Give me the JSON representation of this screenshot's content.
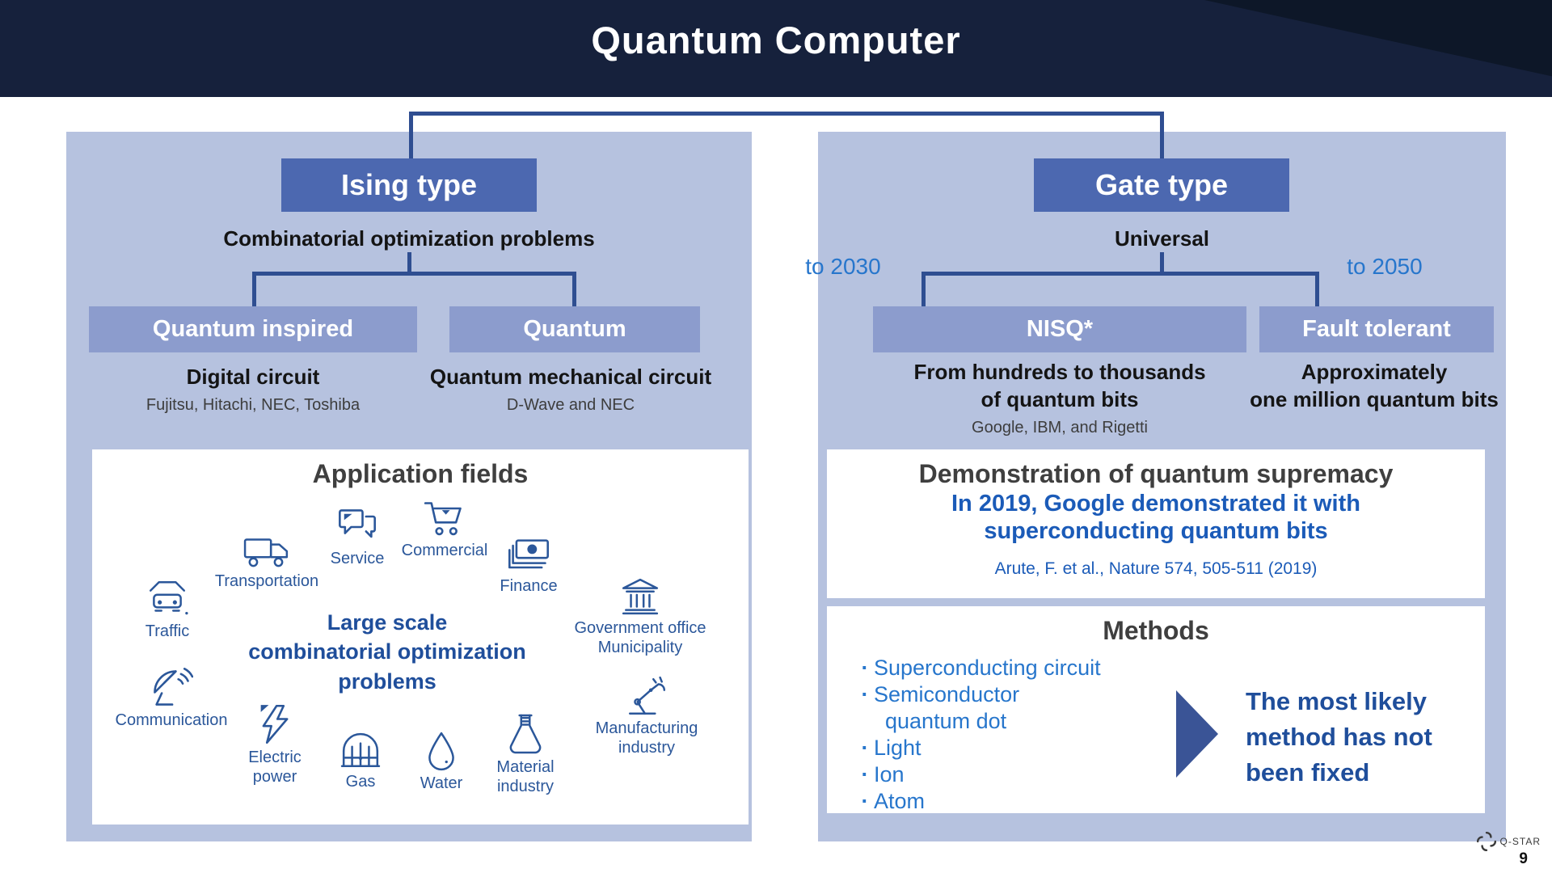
{
  "header": {
    "title": "Quantum Computer"
  },
  "left_panel": {
    "type_label": "Ising type",
    "subtitle": "Combinatorial optimization problems",
    "branches": [
      {
        "label": "Quantum inspired",
        "circuit": "Digital circuit",
        "vendors": "Fujitsu, Hitachi, NEC, Toshiba"
      },
      {
        "label": "Quantum",
        "circuit": "Quantum mechanical circuit",
        "vendors": "D-Wave and NEC"
      }
    ],
    "application": {
      "title": "Application fields",
      "center_text": {
        "line1": "Large scale",
        "line2": "combinatorial optimization",
        "line3": "problems"
      },
      "fields": [
        {
          "icon": "truck-icon",
          "lines": [
            "Transportation",
            ""
          ]
        },
        {
          "icon": "speech-bubbles-icon",
          "lines": [
            "Service",
            ""
          ]
        },
        {
          "icon": "shopping-cart-icon",
          "lines": [
            "Commercial",
            ""
          ]
        },
        {
          "icon": "banknotes-icon",
          "lines": [
            "Finance",
            ""
          ]
        },
        {
          "icon": "car-icon",
          "lines": [
            "Traffic",
            ""
          ]
        },
        {
          "icon": "government-building-icon",
          "lines": [
            "Government office",
            "Municipality"
          ]
        },
        {
          "icon": "satellite-dish-icon",
          "lines": [
            "Communication",
            ""
          ]
        },
        {
          "icon": "lightning-bolt-icon",
          "lines": [
            "Electric",
            "power"
          ]
        },
        {
          "icon": "gas-tank-icon",
          "lines": [
            "Gas",
            ""
          ]
        },
        {
          "icon": "water-drop-icon",
          "lines": [
            "Water",
            ""
          ]
        },
        {
          "icon": "flask-icon",
          "lines": [
            "Material",
            "industry"
          ]
        },
        {
          "icon": "robot-arm-icon",
          "lines": [
            "Manufacturing",
            "industry"
          ]
        }
      ]
    }
  },
  "right_panel": {
    "type_label": "Gate type",
    "subtitle": "Universal",
    "timeline_left": "to 2030",
    "timeline_right": "to 2050",
    "branches": [
      {
        "label": "NISQ*",
        "desc_line1": "From hundreds to thousands",
        "desc_line2": "of quantum bits",
        "vendors": "Google, IBM, and Rigetti"
      },
      {
        "label": "Fault tolerant",
        "desc_line1": "Approximately",
        "desc_line2": "one million quantum bits",
        "vendors": ""
      }
    ],
    "supremacy": {
      "title": "Demonstration of quantum supremacy",
      "line1": "In 2019, Google demonstrated it with",
      "line2": "superconducting quantum bits",
      "citation": "Arute, F. et al., Nature 574, 505-511 (2019)"
    },
    "methods": {
      "title": "Methods",
      "items": [
        {
          "bullet": "·",
          "text": "Superconducting circuit"
        },
        {
          "bullet": "·",
          "text": "Semiconductor"
        },
        {
          "bullet": "",
          "text": "quantum dot"
        },
        {
          "bullet": "·",
          "text": "Light"
        },
        {
          "bullet": "·",
          "text": "Ion"
        },
        {
          "bullet": "·",
          "text": "Atom"
        }
      ],
      "conclusion": {
        "line1": "The most likely",
        "line2": "method has not",
        "line3": "been fixed"
      }
    }
  },
  "footer": {
    "logo": "Q-STAR",
    "page_number": "9"
  },
  "colors": {
    "header_bg": "#16213C",
    "panel_bg": "#B6C2DF",
    "type_box_bg": "#4C68B0",
    "sub_box_bg": "#8C9CCD",
    "connector": "#2F4E91",
    "icon_blue": "#2B579A",
    "bright_blue": "#2776CC",
    "deep_blue_text": "#1F4E9B",
    "citation_blue": "#1B5BB8",
    "title_gray": "#3F3F3F",
    "arrow_navy": "#3A5496"
  }
}
